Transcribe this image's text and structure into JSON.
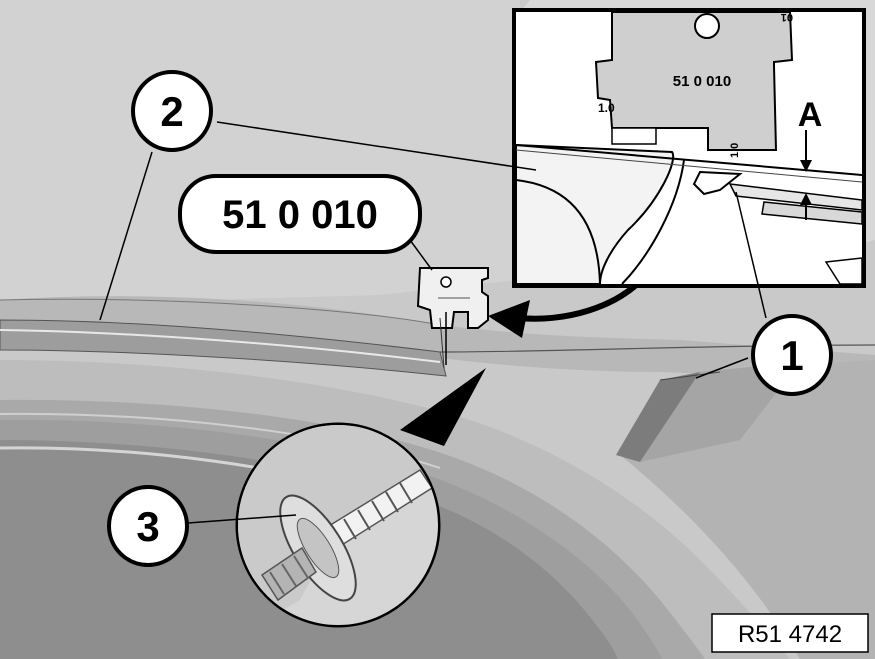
{
  "figure": {
    "callouts": {
      "one": "1",
      "two": "2",
      "three": "3"
    },
    "tool_label": "51 0 010",
    "inset": {
      "tool_label": "51 0 010",
      "dimension_label": "A",
      "scale_left": "1.0",
      "scale_right": "1.0",
      "scale_top": "01"
    },
    "reference_code": "R51 4742"
  },
  "colors": {
    "body_light": "#d4d4d4",
    "body_mid": "#c2c2c2",
    "body_dark": "#9a9a9a",
    "outline": "#000000",
    "inset_gray": "#cfcfcf"
  }
}
